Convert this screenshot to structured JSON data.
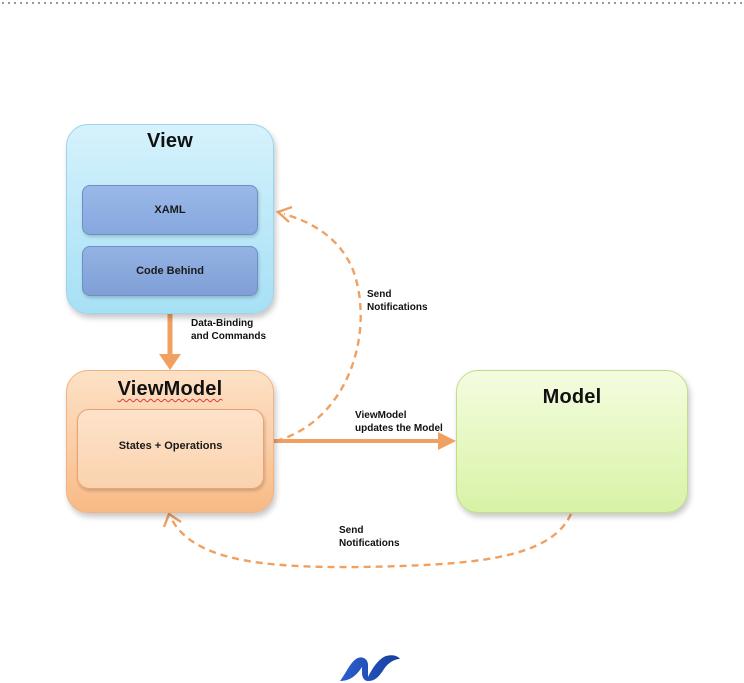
{
  "view": {
    "title": "View",
    "xaml": "XAML",
    "code_behind": "Code Behind"
  },
  "viewmodel": {
    "title": "ViewModel",
    "states": "States + Operations"
  },
  "model": {
    "title": "Model"
  },
  "labels": {
    "data_binding": "Data-Binding\nand Commands",
    "send_notifications_top": "Send\nNotifications",
    "vm_updates_model": "ViewModel\nupdates the Model",
    "send_notifications_bottom": "Send\nNotifications"
  },
  "colors": {
    "arrow": "#f0a162",
    "view_box": "#bfeaf9",
    "viewmodel_box": "#fbcfa8",
    "model_box": "#e6f8c2",
    "inner_blue": "#8aaee3",
    "logo_blue": "#1f4fb8"
  },
  "icons": {
    "logo": "dotnet-logo-icon"
  }
}
